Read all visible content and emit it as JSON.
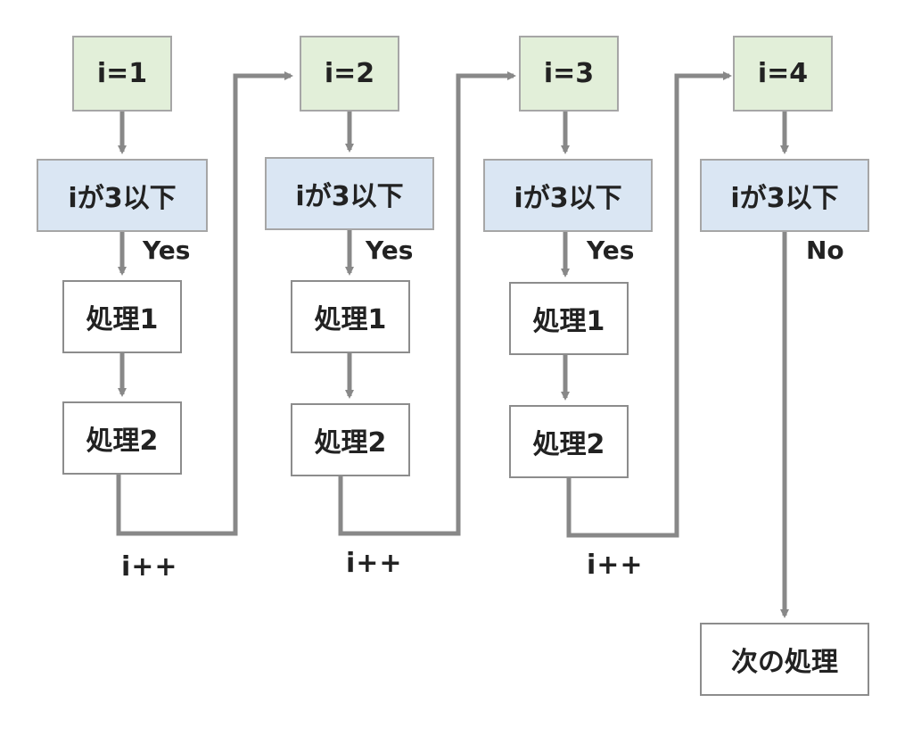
{
  "colors": {
    "init_fill": "#e2efd9",
    "cond_fill": "#dae6f3",
    "arrow": "#888888"
  },
  "iterations": [
    {
      "init": "i=1",
      "cond": "iが3以下",
      "branch": "Yes",
      "proc1": "処理1",
      "proc2": "処理2",
      "increment": "i++"
    },
    {
      "init": "i=2",
      "cond": "iが3以下",
      "branch": "Yes",
      "proc1": "処理1",
      "proc2": "処理2",
      "increment": "i++"
    },
    {
      "init": "i=3",
      "cond": "iが3以下",
      "branch": "Yes",
      "proc1": "処理1",
      "proc2": "処理2",
      "increment": "i++"
    },
    {
      "init": "i=4",
      "cond": "iが3以下",
      "branch": "No"
    }
  ],
  "next": "次の処理"
}
